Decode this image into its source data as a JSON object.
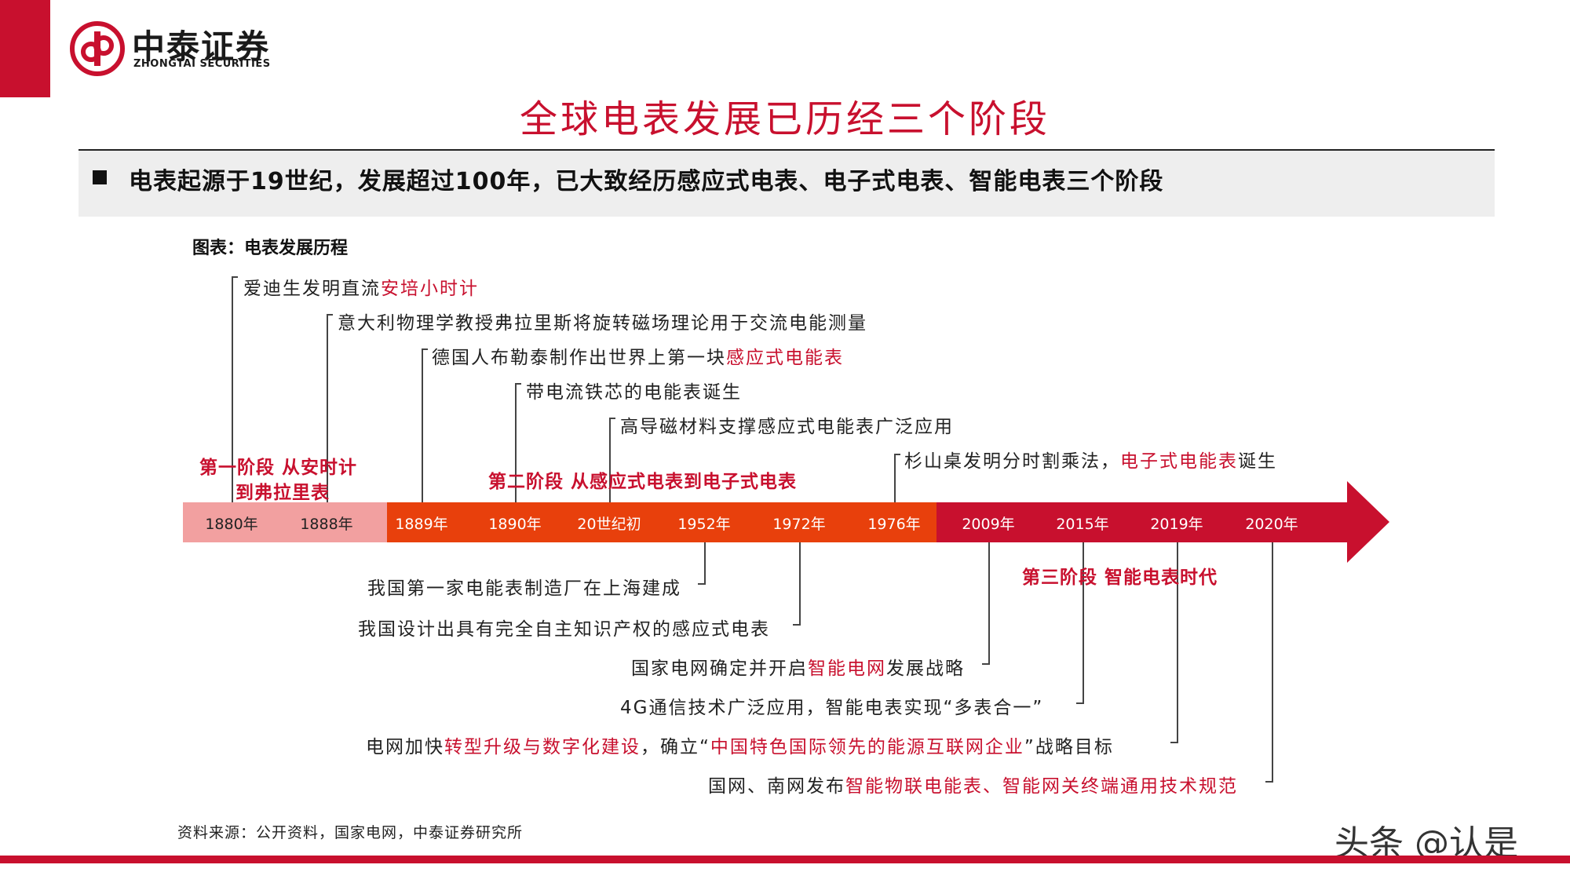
{
  "logo": {
    "cn": "中泰证券",
    "en": "ZHONGTAI SECURITIES"
  },
  "title": "全球电表发展已历经三个阶段",
  "summary": "电表起源于19世纪，发展超过100年，已大致经历感应式电表、电子式电表、智能电表三个阶段",
  "figure_label": "图表：电表发展历程",
  "timeline": {
    "years": [
      "1880年",
      "1888年",
      "1889年",
      "1890年",
      "20世纪初",
      "1952年",
      "1972年",
      "1976年",
      "2009年",
      "2015年",
      "2019年",
      "2020年"
    ],
    "colors": {
      "stage1": "#f2a0a0",
      "stage2": "#e8400c",
      "stage3": "#c8102e"
    }
  },
  "stages": {
    "s1_line1": "第一阶段  从安时计",
    "s1_line2": "到弗拉里表",
    "s2": "第二阶段  从感应式电表到电子式电表",
    "s3": "第三阶段  智能电表时代"
  },
  "events_top": {
    "e1_a": "爱迪生发明直流",
    "e1_b": "安培小时计",
    "e2": "意大利物理学教授弗拉里斯将旋转磁场理论用于交流电能测量",
    "e3_a": "德国人布勒泰制作出世界上第一块",
    "e3_b": "感应式电能表",
    "e4": "带电流铁芯的电能表诞生",
    "e5": "高导磁材料支撑感应式电能表广泛应用",
    "e6_a": "杉山桌发明分时割乘法，",
    "e6_b": "电子式电能表",
    "e6_c": "诞生"
  },
  "events_bottom": {
    "b1": "我国第一家电能表制造厂在上海建成",
    "b2": "我国设计出具有完全自主知识产权的感应式电表",
    "b3_a": "国家电网确定并开启",
    "b3_b": "智能电网",
    "b3_c": "发展战略",
    "b4": "4G通信技术广泛应用，智能电表实现“多表合一”",
    "b5_a": "电网加快",
    "b5_b": "转型升级与数字化建设",
    "b5_c": "，确立“",
    "b5_d": "中国特色国际领先的能源互联网企业",
    "b5_e": "”战略目标",
    "b6_a": "国网、南网发布",
    "b6_b": "智能物联电能表、智能网关终端通用技术规范"
  },
  "source": "资料来源：公开资料，国家电网，中泰证券研究所",
  "watermark": "头条 @认是"
}
